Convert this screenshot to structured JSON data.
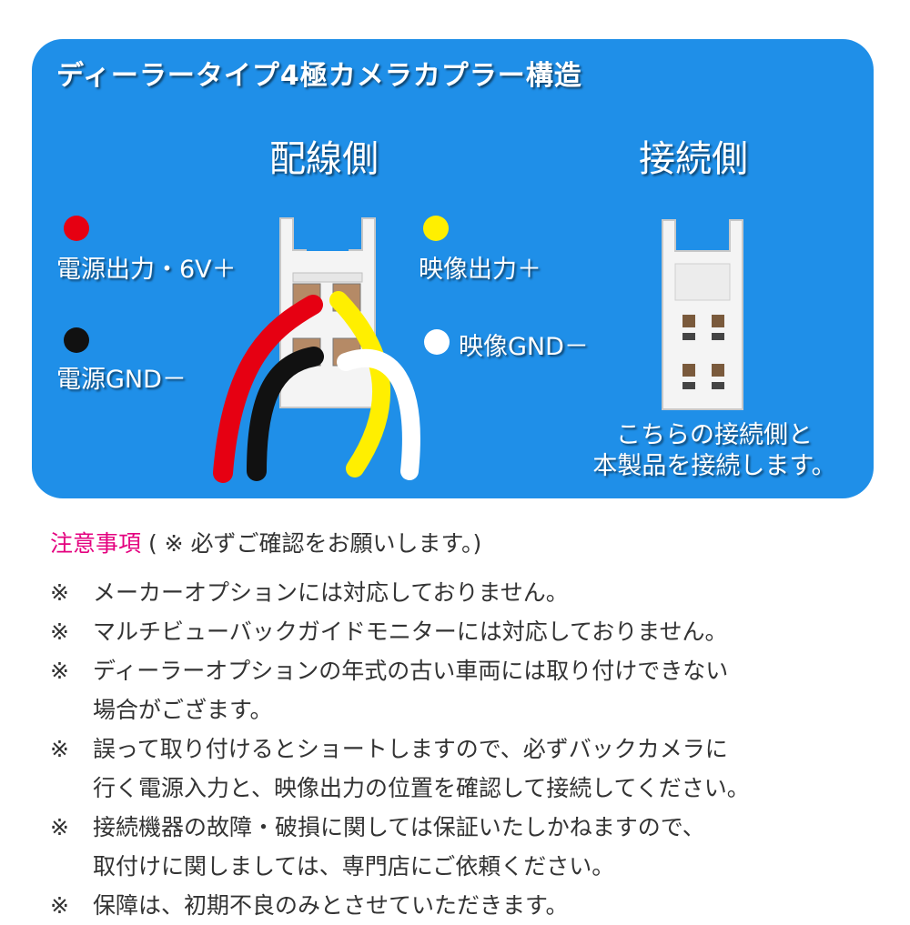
{
  "panel": {
    "title": "ディーラータイプ4極カメラカプラー構造",
    "wiring_side_heading": "配線側",
    "connection_side_heading": "接続側",
    "labels": {
      "power_output": "電源出力・6V＋",
      "power_gnd": "電源GND－",
      "video_output": "映像出力＋",
      "video_gnd": "映像GND－"
    },
    "caption_lines": [
      "こちらの接続側と",
      "本製品を接続します。"
    ],
    "colors": {
      "panel_bg": "#1f8fe8",
      "wire_red": "#e60012",
      "wire_black": "#111111",
      "wire_yellow": "#ffef00",
      "wire_white": "#ffffff"
    }
  },
  "notes": {
    "title_prefix": "注意事項",
    "title_suffix": " ( ※ 必ずご確認をお願いします。)",
    "title_color": "#e4007f",
    "mark": "※",
    "items": [
      {
        "lines": [
          "メーカーオプションには対応しておりません。"
        ]
      },
      {
        "lines": [
          "マルチビューバックガイドモニターには対応しておりません。"
        ]
      },
      {
        "lines": [
          "ディーラーオプションの年式の古い車両には取り付けできない",
          "場合がござます。"
        ]
      },
      {
        "lines": [
          "誤って取り付けるとショートしますので、必ずバックカメラに",
          "行く電源入力と、映像出力の位置を確認して接続してください。"
        ]
      },
      {
        "lines": [
          "接続機器の故障・破損に関しては保証いたしかねますので、",
          "取付けに関しましては、専門店にご依頼ください。"
        ]
      },
      {
        "lines": [
          "保障は、初期不良のみとさせていただきます。"
        ]
      }
    ]
  }
}
